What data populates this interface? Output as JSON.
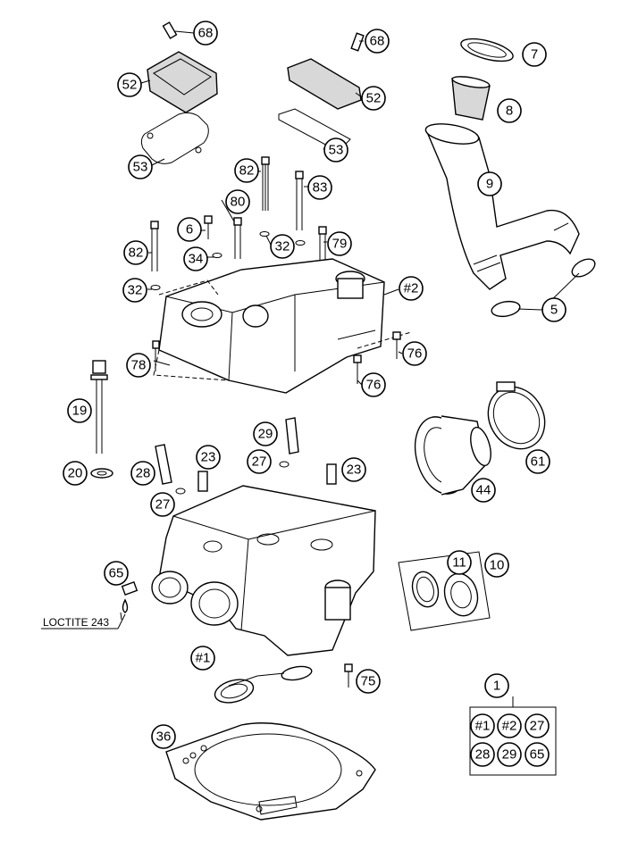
{
  "callouts": [
    {
      "id": "c68a",
      "label": "68"
    },
    {
      "id": "c68b",
      "label": "68"
    },
    {
      "id": "c7",
      "label": "7"
    },
    {
      "id": "c52a",
      "label": "52"
    },
    {
      "id": "c52b",
      "label": "52"
    },
    {
      "id": "c8",
      "label": "8"
    },
    {
      "id": "c53a",
      "label": "53"
    },
    {
      "id": "c53b",
      "label": "53"
    },
    {
      "id": "c9",
      "label": "9"
    },
    {
      "id": "c82a",
      "label": "82"
    },
    {
      "id": "c83",
      "label": "83"
    },
    {
      "id": "c80",
      "label": "80"
    },
    {
      "id": "c6",
      "label": "6"
    },
    {
      "id": "c32a",
      "label": "32"
    },
    {
      "id": "c79",
      "label": "79"
    },
    {
      "id": "c82b",
      "label": "82"
    },
    {
      "id": "c34",
      "label": "34"
    },
    {
      "id": "c32b",
      "label": "32"
    },
    {
      "id": "c2",
      "label": "#2"
    },
    {
      "id": "c5",
      "label": "5"
    },
    {
      "id": "c76a",
      "label": "76"
    },
    {
      "id": "c78",
      "label": "78"
    },
    {
      "id": "c76b",
      "label": "76"
    },
    {
      "id": "c19",
      "label": "19"
    },
    {
      "id": "c29",
      "label": "29"
    },
    {
      "id": "c28",
      "label": "28"
    },
    {
      "id": "c23a",
      "label": "23"
    },
    {
      "id": "c27a",
      "label": "27"
    },
    {
      "id": "c23b",
      "label": "23"
    },
    {
      "id": "c20",
      "label": "20"
    },
    {
      "id": "c27b",
      "label": "27"
    },
    {
      "id": "c61",
      "label": "61"
    },
    {
      "id": "c44",
      "label": "44"
    },
    {
      "id": "c11",
      "label": "11"
    },
    {
      "id": "c10",
      "label": "10"
    },
    {
      "id": "c65",
      "label": "65"
    },
    {
      "id": "c1a",
      "label": "#1"
    },
    {
      "id": "c75",
      "label": "75"
    },
    {
      "id": "c1",
      "label": "1"
    },
    {
      "id": "c36",
      "label": "36"
    },
    {
      "id": "k1",
      "label": "#1"
    },
    {
      "id": "k2",
      "label": "#2"
    },
    {
      "id": "k27",
      "label": "27"
    },
    {
      "id": "k28",
      "label": "28"
    },
    {
      "id": "k29",
      "label": "29"
    },
    {
      "id": "k65",
      "label": "65"
    }
  ],
  "note_label": "LOCTITE 243"
}
